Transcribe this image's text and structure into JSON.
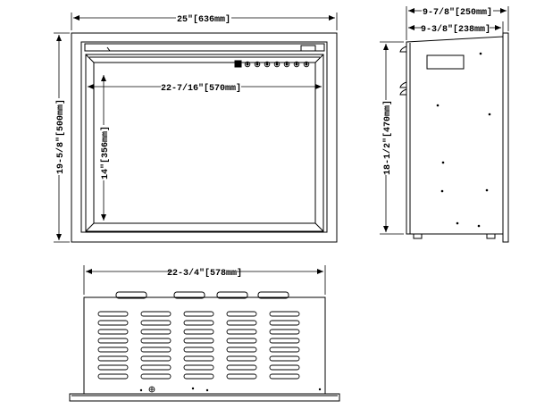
{
  "dimensions": {
    "front_width": "25\"[636mm]",
    "front_height": "19-5/8\"[500mm]",
    "opening_width": "22-7/16\"[570mm]",
    "opening_height": "14\"[356mm]",
    "side_depth_overall": "9-7/8\"[250mm]",
    "side_depth_body": "9-3/8\"[238mm]",
    "side_height": "18-1/2\"[470mm]",
    "top_width": "22-3/4\"[578mm]"
  },
  "front_view": {
    "control_buttons_count": 7
  },
  "top_view": {
    "vent_columns": 5,
    "vent_rows": 8,
    "top_tabs": 4
  },
  "colors": {
    "line": "#000000",
    "background": "#ffffff"
  }
}
